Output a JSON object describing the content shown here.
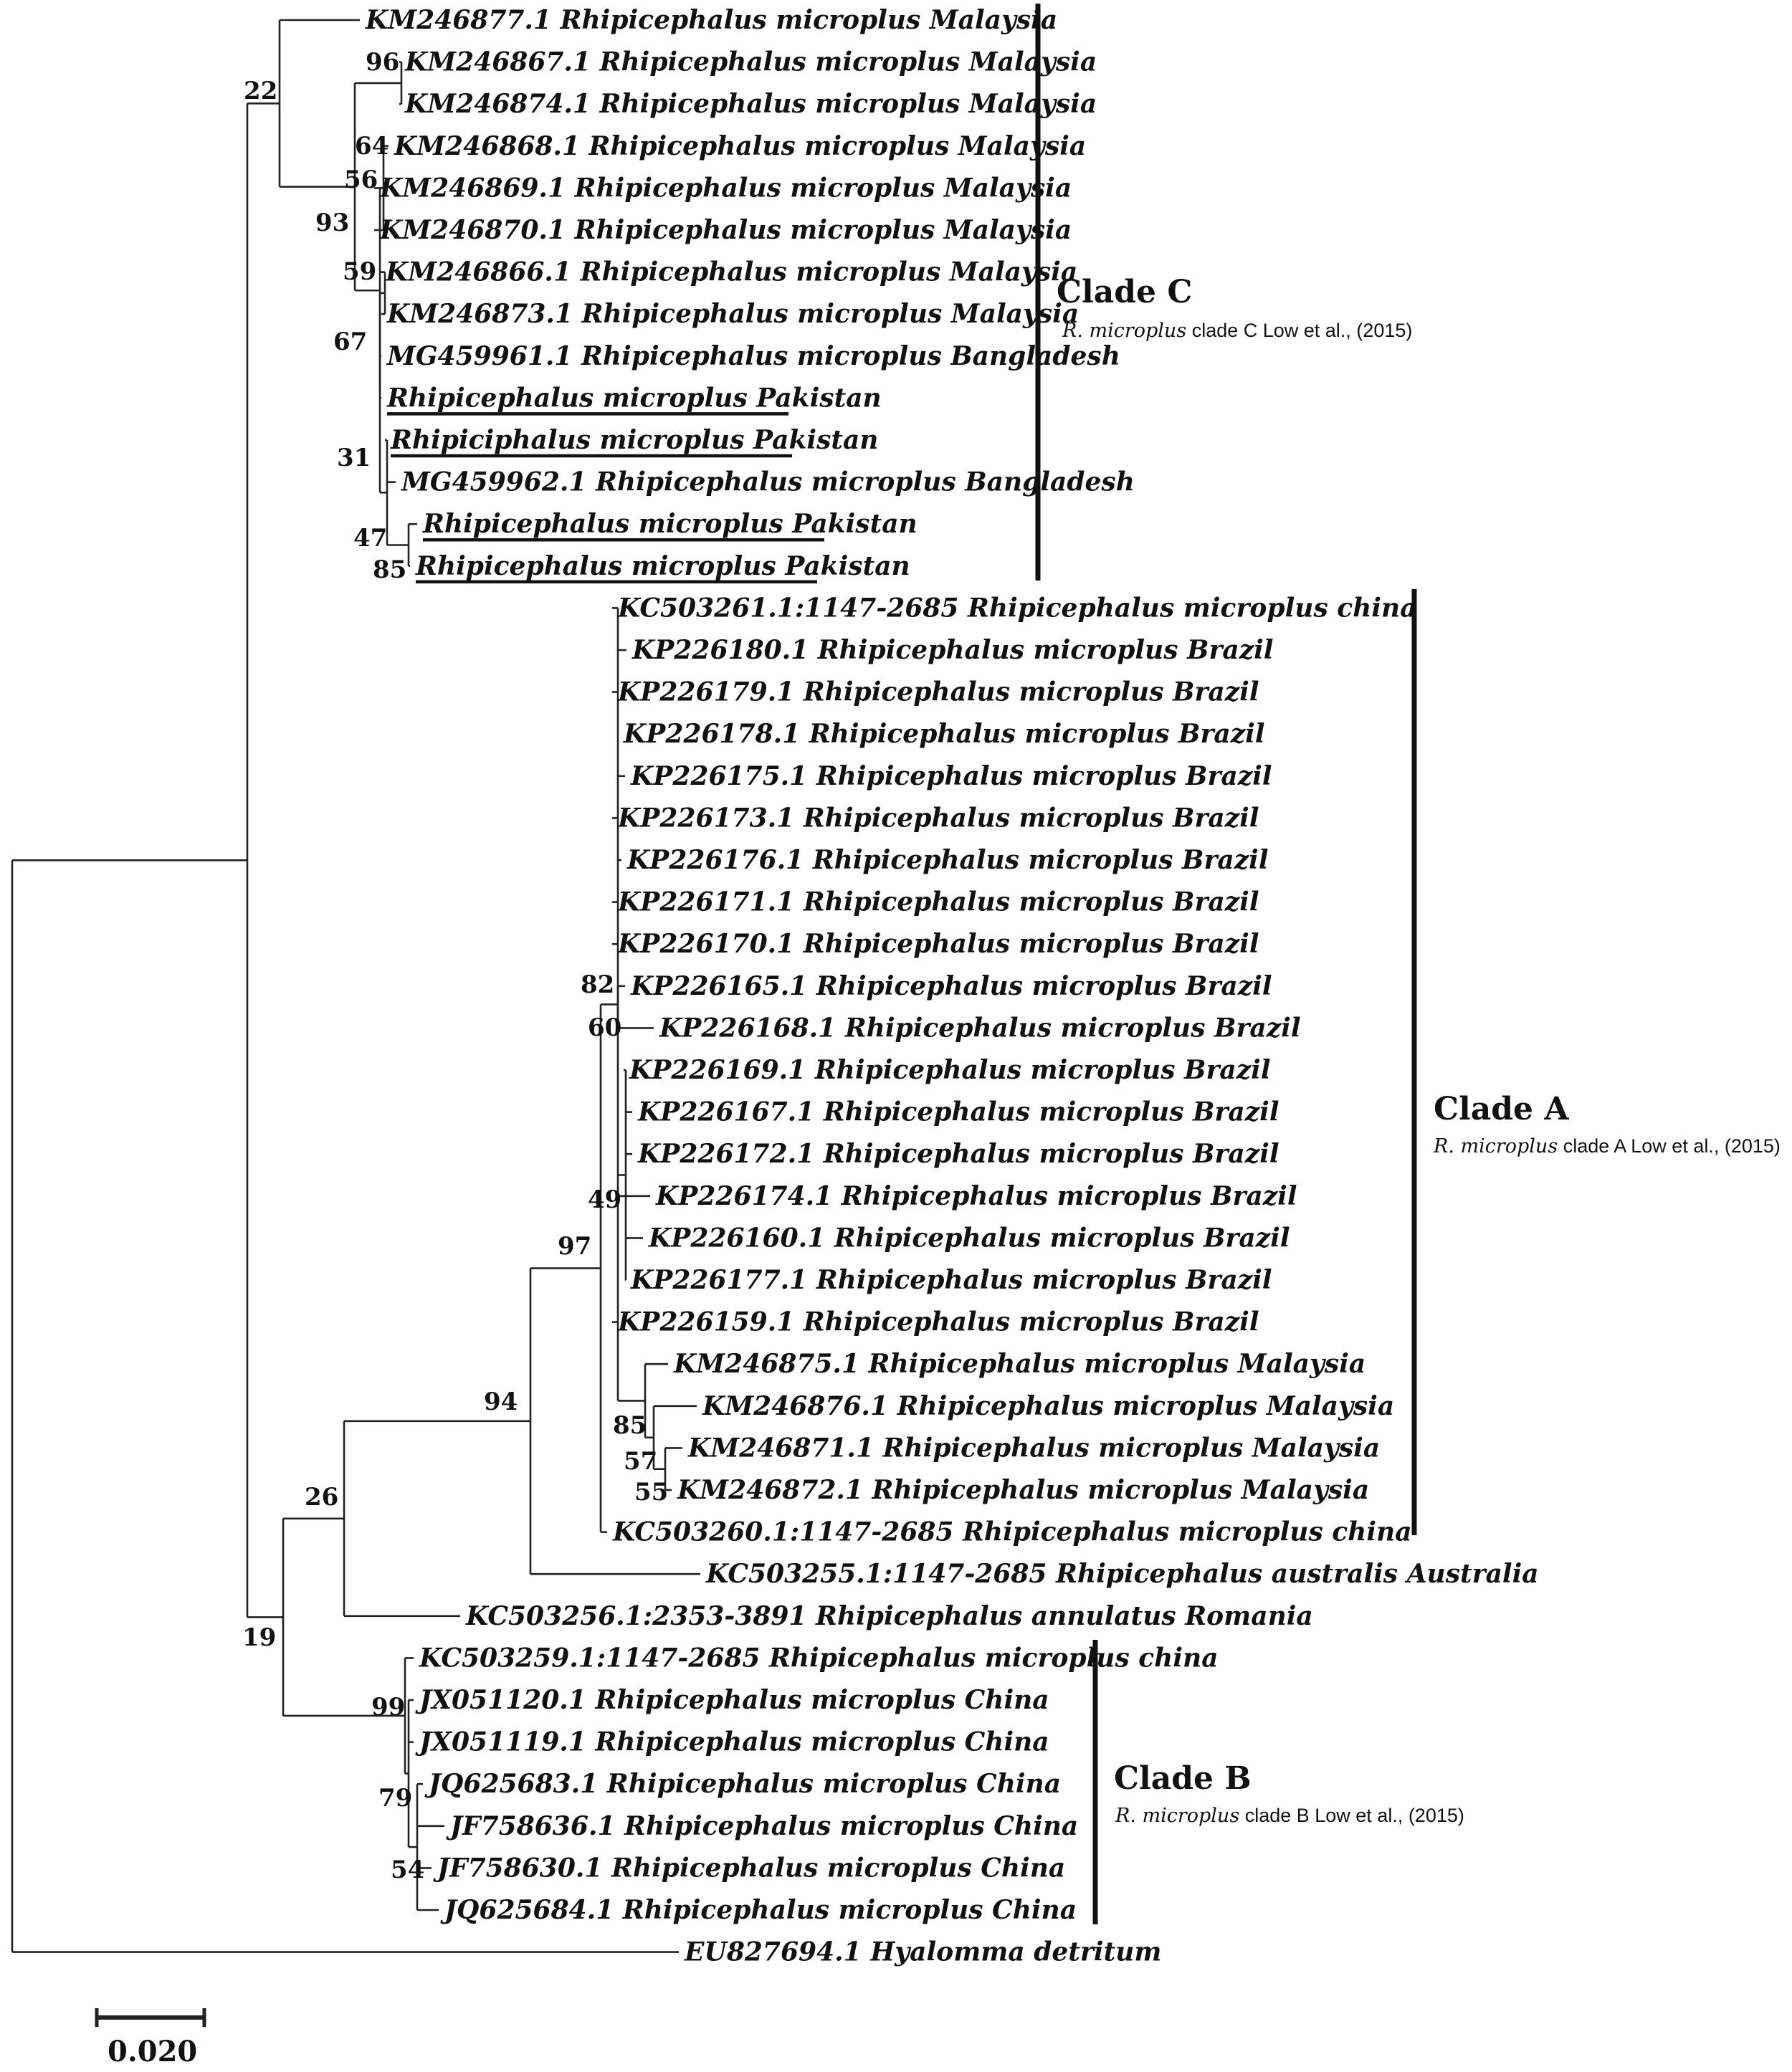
{
  "tree": {
    "taxa": [
      "KM246877.1 Rhipicephalus microplus Malaysia",
      "KM246867.1 Rhipicephalus microplus Malaysia",
      "KM246874.1 Rhipicephalus microplus Malaysia",
      "KM246868.1 Rhipicephalus microplus Malaysia",
      "KM246869.1 Rhipicephalus microplus Malaysia",
      "KM246870.1 Rhipicephalus microplus Malaysia",
      "KM246866.1 Rhipicephalus microplus Malaysia",
      "KM246873.1 Rhipicephalus microplus Malaysia",
      "MG459961.1 Rhipicephalus microplus Bangladesh",
      "Rhipicephalus microplus Pakistan",
      "Rhipiciphalus microplus Pakistan",
      "MG459962.1 Rhipicephalus microplus Bangladesh",
      "Rhipicephalus microplus Pakistan",
      "Rhipicephalus microplus Pakistan",
      "KC503261.1:1147-2685 Rhipicephalus microplus china",
      "KP226180.1 Rhipicephalus microplus Brazil",
      "KP226179.1 Rhipicephalus microplus Brazil",
      "KP226178.1 Rhipicephalus microplus Brazil",
      "KP226175.1 Rhipicephalus microplus Brazil",
      "KP226173.1 Rhipicephalus microplus Brazil",
      "KP226176.1 Rhipicephalus microplus Brazil",
      "KP226171.1 Rhipicephalus microplus Brazil",
      "KP226170.1 Rhipicephalus microplus Brazil",
      "KP226165.1 Rhipicephalus microplus Brazil",
      "KP226168.1 Rhipicephalus microplus Brazil",
      "KP226169.1 Rhipicephalus microplus Brazil",
      "KP226167.1 Rhipicephalus microplus Brazil",
      "KP226172.1 Rhipicephalus microplus Brazil",
      "KP226174.1 Rhipicephalus microplus Brazil",
      "KP226160.1 Rhipicephalus microplus Brazil",
      "KP226177.1 Rhipicephalus microplus Brazil",
      "KP226159.1 Rhipicephalus microplus Brazil",
      "KM246875.1 Rhipicephalus microplus Malaysia",
      "KM246876.1 Rhipicephalus microplus Malaysia",
      "KM246871.1 Rhipicephalus microplus Malaysia",
      "KM246872.1 Rhipicephalus microplus Malaysia",
      "KC503260.1:1147-2685 Rhipicephalus microplus china",
      "KC503255.1:1147-2685 Rhipicephalus australis Australia",
      "KC503256.1:2353-3891 Rhipicephalus annulatus Romania",
      "KC503259.1:1147-2685 Rhipicephalus microplus china",
      "JX051120.1 Rhipicephalus microplus China",
      "JX051119.1 Rhipicephalus microplus China",
      "JQ625683.1 Rhipicephalus microplus China",
      "JF758636.1 Rhipicephalus microplus China",
      "JF758630.1 Rhipicephalus microplus China",
      "JQ625684.1 Rhipicephalus microplus China",
      "EU827694.1 Hyalomma detritum"
    ],
    "underlined_taxa": [
      9,
      10,
      12,
      13
    ],
    "bootstrap": [
      "22",
      "96",
      "64",
      "56",
      "93",
      "59",
      "67",
      "31",
      "47",
      "85",
      "82",
      "60",
      "49",
      "97",
      "94",
      "85",
      "57",
      "55",
      "26",
      "19",
      "99",
      "79",
      "54"
    ],
    "clades": [
      {
        "name": "Clade C",
        "species": "R. microplus",
        "note": " clade C Low et al., (2015)"
      },
      {
        "name": "Clade A",
        "species": "R. microplus",
        "note": " clade A Low et al., (2015)"
      },
      {
        "name": "Clade B",
        "species": "R. microplus",
        "note": " clade B Low et al., (2015)"
      }
    ],
    "scale_bar": {
      "label": "0.020",
      "value": 0.02
    },
    "colors": {
      "line": "#222222",
      "text": "#111111",
      "background": "#ffffff"
    }
  }
}
